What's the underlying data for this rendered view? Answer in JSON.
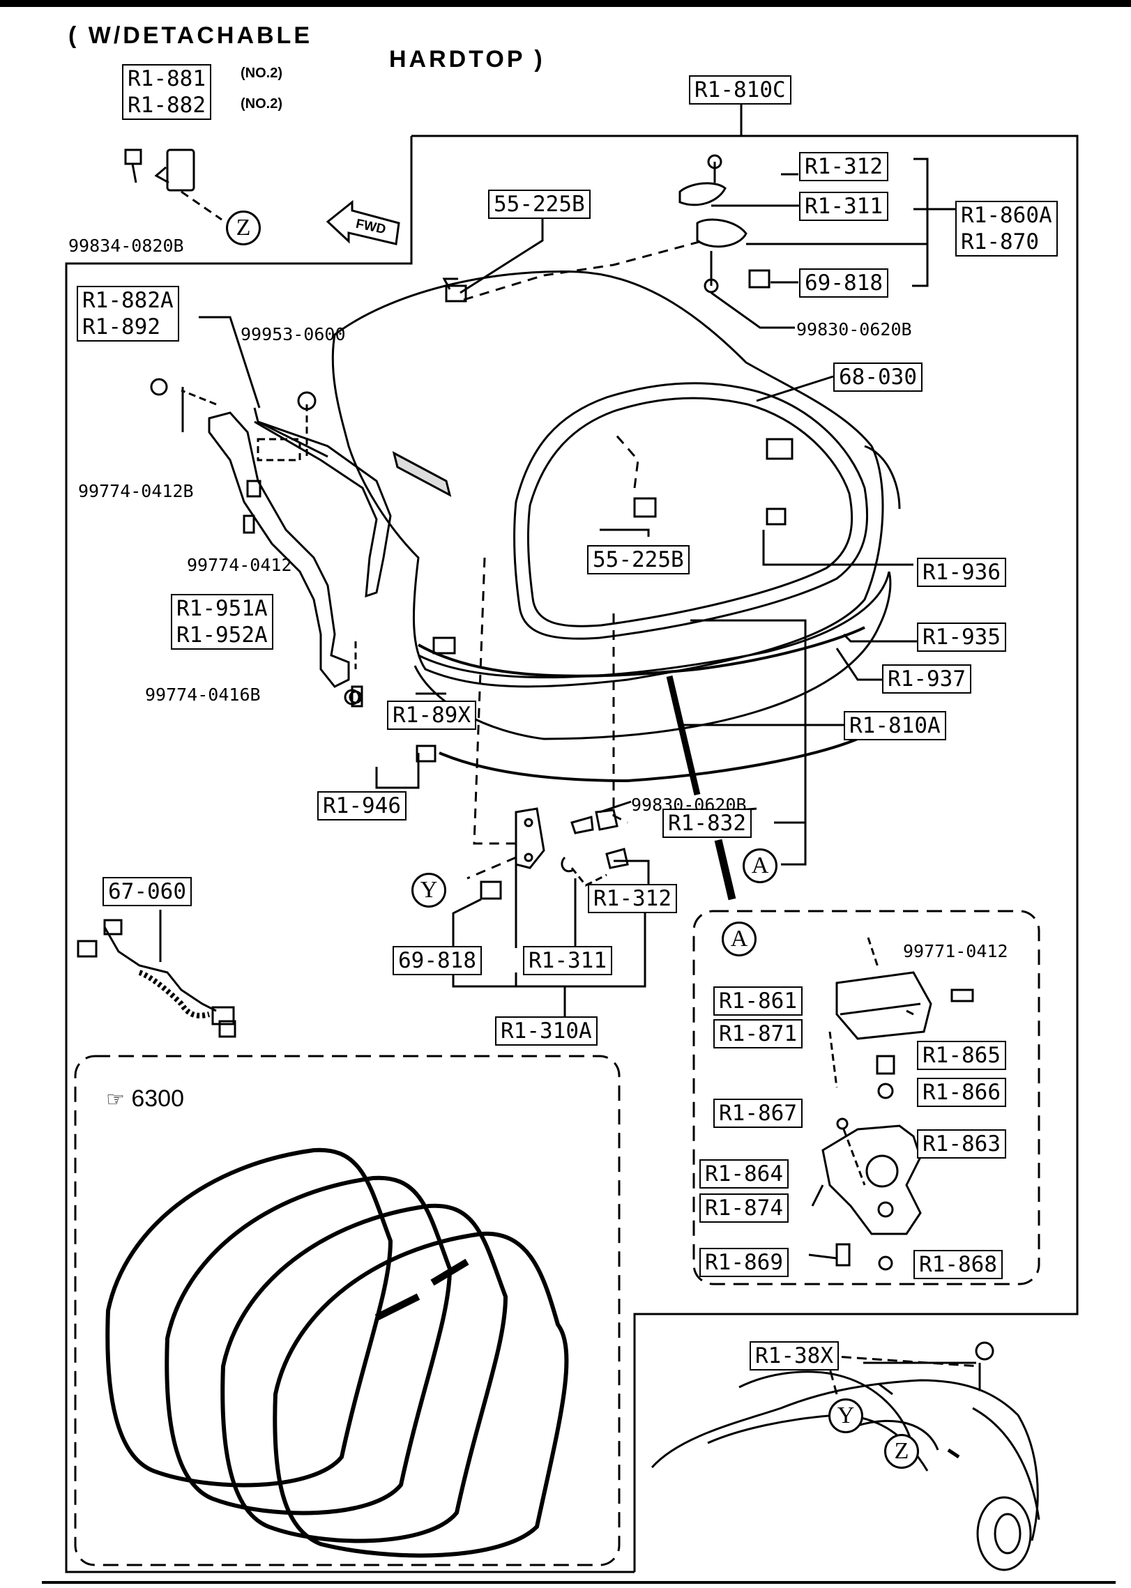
{
  "title": {
    "line1": "( W/DETACHABLE",
    "line2": "HARDTOP )"
  },
  "fwd_label": "FWD",
  "callouts": {
    "a_main": "A",
    "a_detail": "A",
    "y_main": "Y",
    "y_car": "Y",
    "z_main": "Z",
    "z_car": "Z"
  },
  "inset_top_left": {
    "part_1": "R1-881",
    "part_2": "R1-882",
    "note_1": "(NO.2)",
    "note_2": "(NO.2)",
    "bolt": "99834-0820B"
  },
  "parts": {
    "p_810c": "R1-810C",
    "p_312_top": "R1-312",
    "p_311_top": "R1-311",
    "p_860a_870": "R1-860A\nR1-870",
    "p_69818_top": "69-818",
    "p_99830_top": "99830-0620B",
    "p_55225b_top": "55-225B",
    "p_882a_892": "R1-882A\nR1-892",
    "p_99953": "99953-0600",
    "p_99774_0412b": "99774-0412B",
    "p_99774_0412": "99774-0412",
    "p_68030": "68-030",
    "p_55225b_mid": "55-225B",
    "p_936": "R1-936",
    "p_951a_952a": "R1-951A\nR1-952A",
    "p_935": "R1-935",
    "p_937": "R1-937",
    "p_99774_0416b": "99774-0416B",
    "p_89x": "R1-89X",
    "p_810a": "R1-810A",
    "p_946": "R1-946",
    "p_99830_mid": "99830-0620B",
    "p_832": "R1-832",
    "p_312_bot": "R1-312",
    "p_67060": "67-060",
    "p_69818_bot": "69-818",
    "p_311_bot": "R1-311",
    "p_310a": "R1-310A"
  },
  "detail_a": {
    "bolt": "99771-0412",
    "p_861": "R1-861",
    "p_871": "R1-871",
    "p_865": "R1-865",
    "p_866": "R1-866",
    "p_867": "R1-867",
    "p_863": "R1-863",
    "p_864": "R1-864",
    "p_874": "R1-874",
    "p_869": "R1-869",
    "p_868": "R1-868"
  },
  "seal_inset": {
    "ref_label": "6300",
    "ref_icon": "pointing-hand-icon"
  },
  "car_inset": {
    "p_38x": "R1-38X"
  }
}
